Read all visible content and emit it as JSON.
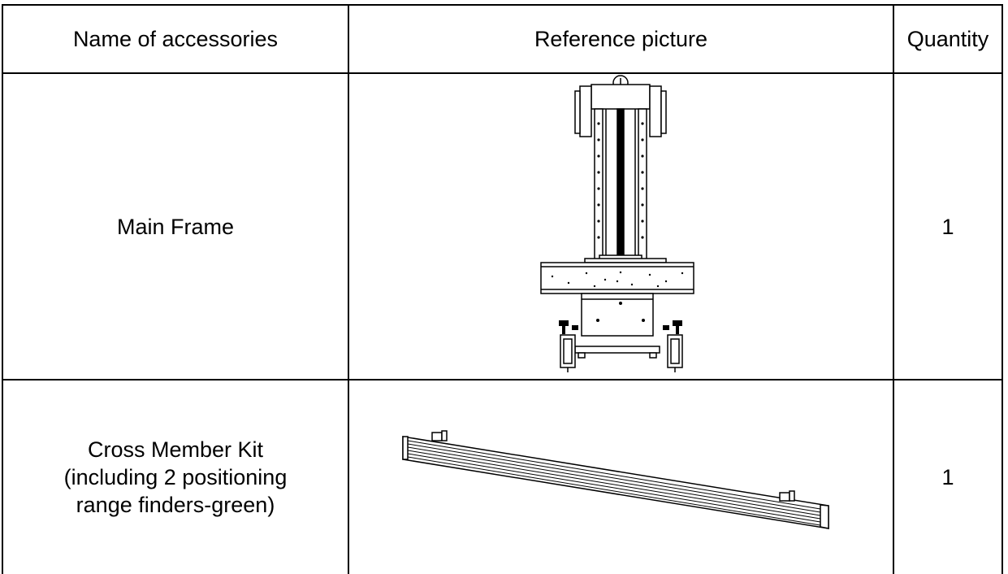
{
  "table": {
    "headers": {
      "name": "Name of accessories",
      "picture": "Reference picture",
      "quantity": "Quantity"
    },
    "rows": [
      {
        "name_lines": [
          "Main Frame"
        ],
        "picture_icon": "main-frame-drawing",
        "quantity": "1"
      },
      {
        "name_lines": [
          "Cross Member Kit",
          "(including 2 positioning",
          "range finders-green)"
        ],
        "picture_icon": "cross-member-drawing",
        "quantity": "1"
      }
    ]
  }
}
